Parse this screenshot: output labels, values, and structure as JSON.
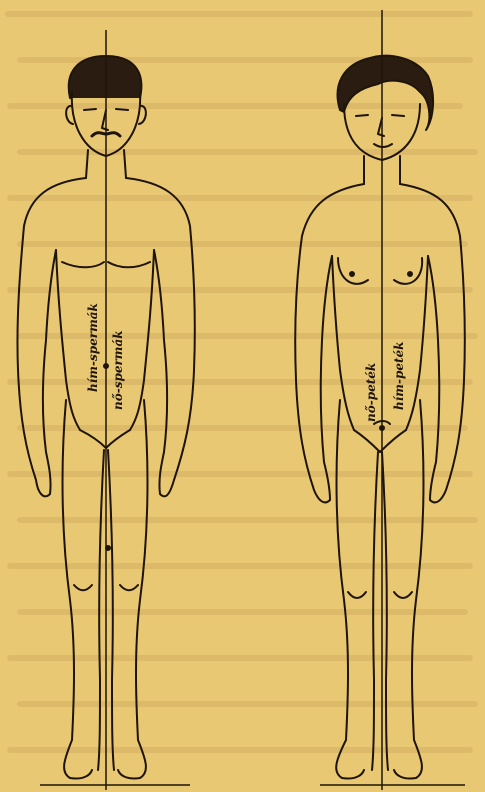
{
  "figures": [
    {
      "id": "male",
      "labels": {
        "left": "hím-spermák",
        "right": "nő-spermák"
      }
    },
    {
      "id": "female",
      "labels": {
        "left": "nő-peték",
        "right": "hím-peték"
      }
    }
  ],
  "colors": {
    "paper": "#e9c873",
    "ink": "#1e140a",
    "bleed": "#c9a359"
  }
}
